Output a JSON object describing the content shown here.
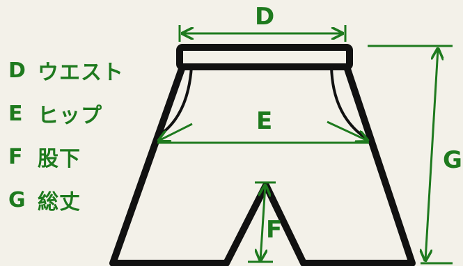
{
  "legend": [
    {
      "key": "D",
      "text": "ウエスト"
    },
    {
      "key": "E",
      "text": "ヒップ"
    },
    {
      "key": "F",
      "text": "股下"
    },
    {
      "key": "G",
      "text": "総丈"
    }
  ],
  "dimensions": {
    "waist": "D",
    "hip": "E",
    "inseam": "F",
    "length": "G"
  },
  "colors": {
    "background": "#f3f1e9",
    "outline": "#111111",
    "measure": "#1e7a1e"
  }
}
